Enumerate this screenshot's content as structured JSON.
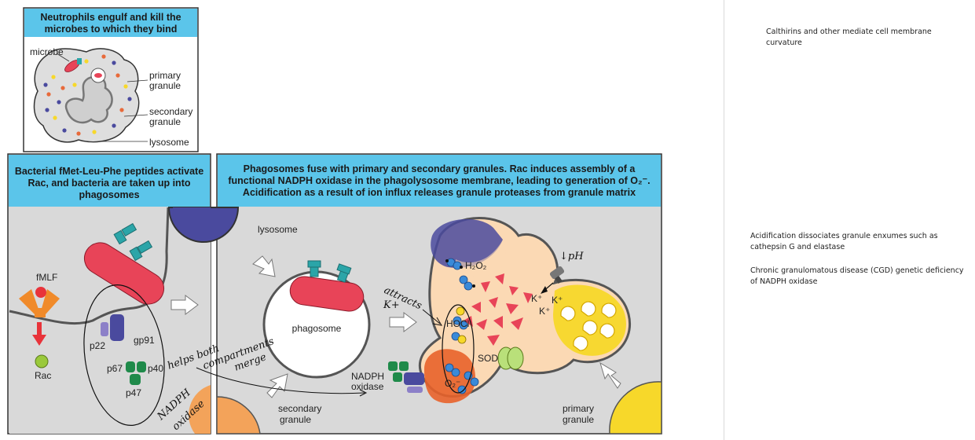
{
  "panels": {
    "top": {
      "title_line1": "Neutrophils engulf and kill the",
      "title_line2": "microbes to which they bind"
    },
    "left": {
      "title_line1": "Bacterial fMet-Leu-Phe peptides activate",
      "title_line2": "Rac, and bacteria are taken up into",
      "title_line3": "phagosomes"
    },
    "right": {
      "title_line1": "Phagosomes fuse with primary and secondary granules. Rac induces assembly of a",
      "title_line2": "functional NADPH oxidase in the phagolysosome membrane, leading to generation of O₂⁻.",
      "title_line3": "Acidification as a result of ion influx releases granule proteases from granule matrix"
    }
  },
  "labels": {
    "microbe": "microbe",
    "primary_granule_1": "primary",
    "primary_granule_2": "granule",
    "secondary_granule_1": "secondary",
    "secondary_granule_2": "granule",
    "lysosome_top": "lysosome",
    "fmlf": "fMLF",
    "rac": "Rac",
    "p22": "p22",
    "gp91": "gp91",
    "p67": "p67",
    "p40": "p40",
    "p47": "p47",
    "lysosome_right": "lysosome",
    "phagosome": "phagosome",
    "h2o2": "H₂O₂",
    "hocl": "HOCl",
    "sod": "SOD",
    "o2": "O₂⁻",
    "nadph_1": "NADPH",
    "nadph_2": "oxidase",
    "k1": "K⁺",
    "k2": "K⁺",
    "k3": "K⁺",
    "sec_bottom_1": "secondary",
    "sec_bottom_2": "granule",
    "prim_bottom_1": "primary",
    "prim_bottom_2": "granule"
  },
  "handwriting": {
    "attracts": "attracts",
    "kplus": "K+",
    "helps": "helps both",
    "compartments": "compartments",
    "merge": "merge",
    "nadph": "NADPH",
    "oxidase": "oxidase",
    "ph": "↓pH"
  },
  "notes": {
    "note1": "Calthirins and other mediate cell membrane curvature",
    "note2": "Acidification dissociates granule enxumes such as cathepsin G and elastase",
    "note3": "Chronic granulomatous disease (CGD) genetic deficiency of NADPH oxidase"
  },
  "colors": {
    "header_blue": "#5bc5ea",
    "cell_gray": "#d9d9d9",
    "bacterium_red": "#e84458",
    "receptor_teal": "#2ba5a8",
    "lysosome_purple": "#4a4a9e",
    "granule_orange": "#f3a35a",
    "primary_yellow": "#f7d82a",
    "phagolysosome_peach": "#fbd9b4",
    "nadph_green": "#1f8a4a"
  }
}
